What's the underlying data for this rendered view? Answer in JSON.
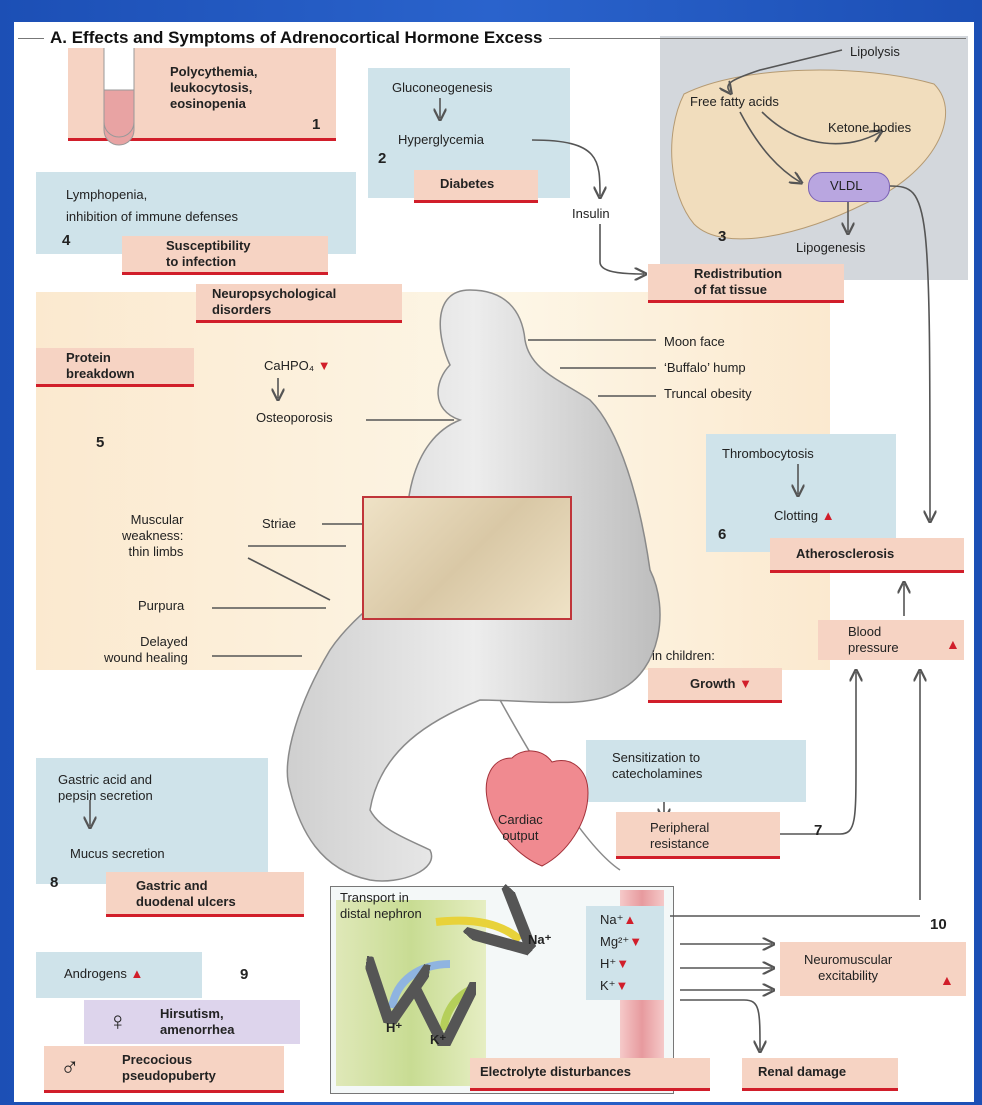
{
  "title": "A. Effects and Symptoms of Adrenocortical Hormone Excess",
  "numbers": [
    "1",
    "2",
    "3",
    "4",
    "5",
    "6",
    "7",
    "8",
    "9",
    "10"
  ],
  "s1": {
    "label": "Polycythemia,\nleukocytosis,\neosinopenia"
  },
  "s2": {
    "gluco": "Gluconeogenesis",
    "hyper": "Hyperglycemia",
    "diabetes": "Diabetes",
    "insulin": "Insulin"
  },
  "s3": {
    "lipolysis": "Lipolysis",
    "ffa": "Free fatty acids",
    "ketone": "Ketone bodies",
    "vldl": "VLDL",
    "lipogenesis": "Lipogenesis",
    "redistribution": "Redistribution\nof fat tissue"
  },
  "s4": {
    "lymph": "Lymphopenia,\ninhibition of immune defenses",
    "susceptibility": "Susceptibility\nto infection",
    "neuro": "Neuropsychological\ndisorders"
  },
  "s5": {
    "protein": "Protein\nbreakdown",
    "cahpo": "CaHPO₄",
    "osteo": "Osteoporosis",
    "muscular": "Muscular\nweakness:\nthin limbs",
    "striae": "Striae",
    "purpura": "Purpura",
    "delayed": "Delayed\nwound healing"
  },
  "body_labels": {
    "moon": "Moon face",
    "buffalo": "‘Buffalo’ hump",
    "truncal": "Truncal obesity"
  },
  "s6": {
    "thrombo": "Thrombocytosis",
    "clotting": "Clotting",
    "athero": "Atherosclerosis",
    "blood": "Blood\npressure"
  },
  "growth": {
    "children": "in children:",
    "growth": "Growth"
  },
  "s7": {
    "cardiac": "Cardiac\noutput",
    "sensitization": "Sensitization to\ncatecholamines",
    "peripheral": "Peripheral\nresistance"
  },
  "s8": {
    "gastric": "Gastric acid and\npepsin secretion",
    "mucus": "Mucus secretion",
    "ulcers": "Gastric and\nduodenal ulcers"
  },
  "s9": {
    "androgens": "Androgens",
    "hirsutism": "Hirsutism,\namenorrhea",
    "precocious": "Precocious\npseudopuberty"
  },
  "s10": {
    "transport": "Transport in\ndistal nephron",
    "na_in": "Na⁺",
    "h_in": "H⁺",
    "k_in": "K⁺",
    "na": "Na⁺",
    "mg": "Mg²⁺",
    "h": "H⁺",
    "k": "K⁺",
    "neuromuscular": "Neuromuscular\nexcitability",
    "electrolyte": "Electrolyte disturbances",
    "renal": "Renal damage"
  },
  "colors": {
    "red": "#d11e2a",
    "blue_box": "#cfe3ea",
    "peach_box": "#f6d3c3",
    "lavender": "#ddd4ec",
    "slide_bg": "#1c4fb5"
  }
}
